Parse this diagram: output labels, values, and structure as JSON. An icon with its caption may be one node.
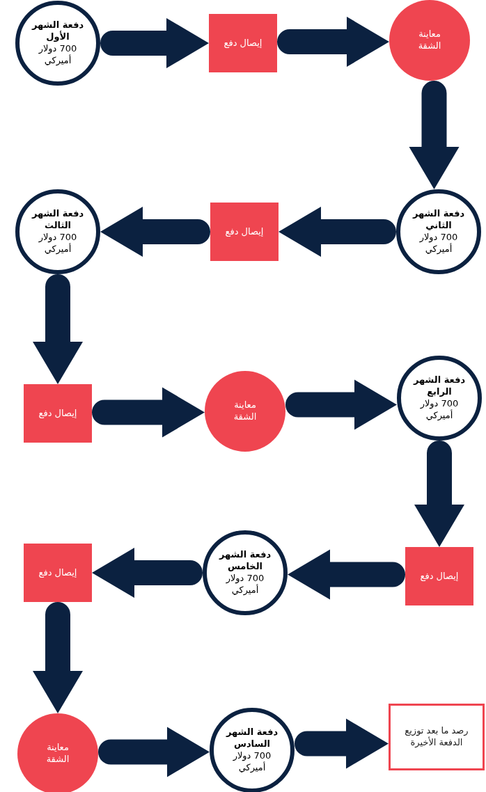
{
  "diagram": {
    "nodes": [
      {
        "text": [
          "دفعة الشهر الأول",
          "700 دولار أميركي"
        ]
      },
      {
        "text": [
          "إيصال دفع"
        ]
      },
      {
        "text": [
          "معاينة الشقة"
        ]
      },
      {
        "text": [
          "دفعة الشهر الثاني",
          "700 دولار أميركي"
        ]
      },
      {
        "text": [
          "إيصال دفع"
        ]
      },
      {
        "text": [
          "دفعة الشهر الثالث",
          "700 دولار أميركي"
        ]
      },
      {
        "text": [
          "إيصال دفع"
        ]
      },
      {
        "text": [
          "معاينة الشقة"
        ]
      },
      {
        "text": [
          "دفعة الشهر الرابع",
          "700 دولار أميركي"
        ]
      },
      {
        "text": [
          "إيصال دفع"
        ]
      },
      {
        "text": [
          "دفعة الشهر الخامس",
          "700 دولار أميركي"
        ]
      },
      {
        "text": [
          "إيصال دفع"
        ]
      },
      {
        "text": [
          "معاينة الشقة"
        ]
      },
      {
        "text": [
          "دفعة الشهر السادس",
          "700 دولار أميركي"
        ]
      },
      {
        "text": [
          "رصد ما بعد توزيع الدفعة الأخيرة"
        ]
      }
    ],
    "edges": [
      {
        "from": 0,
        "to": 1,
        "arrow": "to"
      },
      {
        "from": 1,
        "to": 2,
        "arrow": "to"
      },
      {
        "from": 2,
        "to": 3,
        "arrow": "to"
      },
      {
        "from": 3,
        "to": 4,
        "arrow": "to"
      },
      {
        "from": 4,
        "to": 5,
        "arrow": "to"
      },
      {
        "from": 5,
        "to": 6,
        "arrow": "to"
      },
      {
        "from": 6,
        "to": 7,
        "arrow": "to"
      },
      {
        "from": 7,
        "to": 8,
        "arrow": "to"
      },
      {
        "from": 8,
        "to": 9,
        "arrow": "to"
      },
      {
        "from": 9,
        "to": 10,
        "arrow": "to"
      },
      {
        "from": 10,
        "to": 11,
        "arrow": "to"
      },
      {
        "from": 11,
        "to": 12,
        "arrow": "to"
      },
      {
        "from": 12,
        "to": 13,
        "arrow": "to"
      },
      {
        "from": 13,
        "to": 14,
        "arrow": "to"
      }
    ]
  }
}
